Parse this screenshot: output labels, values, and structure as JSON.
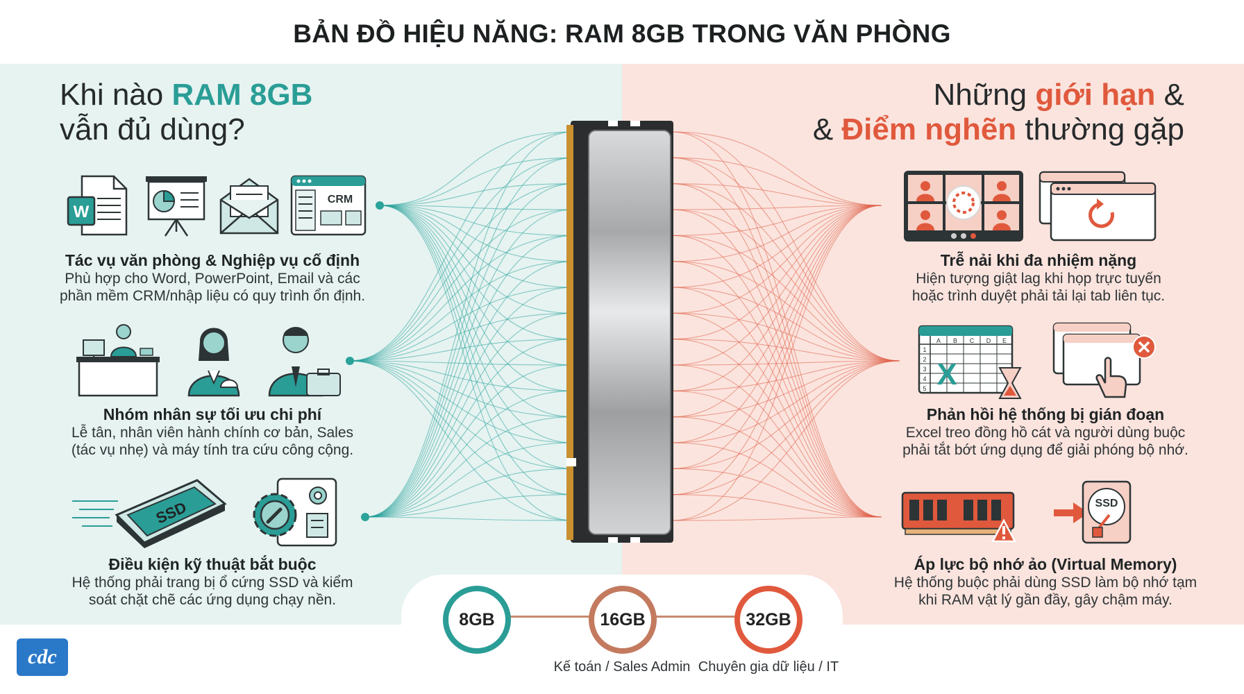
{
  "title": "BẢN ĐỒ HIỆU NĂNG: RAM 8GB TRONG VĂN PHÒNG",
  "left": {
    "heading": {
      "line1_a": "Khi nào ",
      "line1_b": "RAM 8GB",
      "line2": "vẫn đủ dùng?"
    },
    "items": [
      {
        "title": "Tác vụ văn phòng & Nghiệp vụ cố định",
        "desc1": "Phù hợp cho Word, PowerPoint, Email và các",
        "desc2": "phần mềm CRM/nhập liệu có quy trình ổn định."
      },
      {
        "title": "Nhóm nhân sự tối ưu chi phí",
        "desc1": "Lễ tân, nhân viên hành chính cơ bản, Sales",
        "desc2": "(tác vụ nhẹ) và máy tính tra cứu công cộng."
      },
      {
        "title": "Điều kiện kỹ thuật bắt buộc",
        "desc1": "Hệ thống phải trang bị ổ cứng SSD và kiểm",
        "desc2": "soát chặt chẽ các ứng dụng chạy nền."
      }
    ],
    "icon_text": {
      "word": "W",
      "crm": "CRM",
      "ssd": "SSD"
    }
  },
  "right": {
    "heading": {
      "line1_a": "Những ",
      "line1_b": "giới hạn",
      "line1_c": " &",
      "line2_a": "& ",
      "line2_b": "Điểm nghẽn",
      "line2_c": " thường gặp"
    },
    "items": [
      {
        "title": "Trễ nải khi đa nhiệm nặng",
        "desc1": "Hiện tượng giật lag khi họp trực tuyến",
        "desc2": "hoặc trình duyệt phải tải lại tab liên tục."
      },
      {
        "title": "Phản hồi hệ thống bị gián đoạn",
        "desc1": "Excel treo đồng hồ cát và người dùng buộc",
        "desc2": "phải tắt bớt ứng dụng để giải phóng bộ nhớ."
      },
      {
        "title": "Áp lực bộ nhớ ảo (Virtual Memory)",
        "desc1": "Hệ thống buộc phải dùng SSD làm bộ nhớ tạm",
        "desc2": "khi RAM vật lý gần đầy, gây chậm máy."
      }
    ],
    "icon_text": {
      "excel": "X",
      "ssd": "SSD",
      "cols": [
        "A",
        "B",
        "C",
        "D",
        "E"
      ],
      "rows": [
        "1",
        "2",
        "3",
        "4",
        "5"
      ]
    }
  },
  "timeline": [
    {
      "label": "8GB",
      "caption": ""
    },
    {
      "label": "16GB",
      "caption": "Kế toán / Sales Admin"
    },
    {
      "label": "32GB",
      "caption": "Chuyên gia dữ liệu / IT"
    }
  ],
  "logo": {
    "text": "cdc"
  },
  "colors": {
    "teal": "#2a9d96",
    "red": "#e0593d",
    "left_bg": "#e6f3f1",
    "right_bg": "#fbe4de"
  }
}
